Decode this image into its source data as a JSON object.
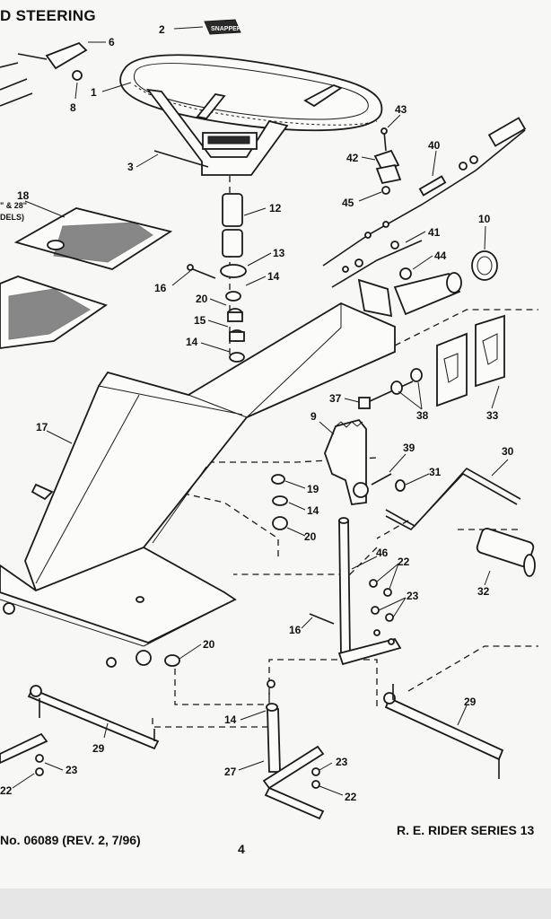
{
  "header": {
    "title": "D STEERING"
  },
  "notes": {
    "line1": "\" & 28\"",
    "line2": "DELS)"
  },
  "footer": {
    "left": "No. 06089 (REV. 2, 7/96)",
    "right": "R. E. RIDER SERIES 13",
    "page": "4"
  },
  "logo_text": "SNAPPER",
  "callouts": [
    {
      "id": "c2",
      "label": "2"
    },
    {
      "id": "c6",
      "label": "6"
    },
    {
      "id": "c1",
      "label": "1"
    },
    {
      "id": "c8",
      "label": "8"
    },
    {
      "id": "c3",
      "label": "3"
    },
    {
      "id": "c43",
      "label": "43"
    },
    {
      "id": "c40",
      "label": "40"
    },
    {
      "id": "c42",
      "label": "42"
    },
    {
      "id": "c45",
      "label": "45"
    },
    {
      "id": "c18",
      "label": "18"
    },
    {
      "id": "c12",
      "label": "12"
    },
    {
      "id": "c10",
      "label": "10"
    },
    {
      "id": "c41",
      "label": "41"
    },
    {
      "id": "c13",
      "label": "13"
    },
    {
      "id": "c44",
      "label": "44"
    },
    {
      "id": "c16a",
      "label": "16"
    },
    {
      "id": "c14a",
      "label": "14"
    },
    {
      "id": "c20a",
      "label": "20"
    },
    {
      "id": "c15",
      "label": "15"
    },
    {
      "id": "c14b",
      "label": "14"
    },
    {
      "id": "c37",
      "label": "37"
    },
    {
      "id": "c38",
      "label": "38"
    },
    {
      "id": "c33",
      "label": "33"
    },
    {
      "id": "c17",
      "label": "17"
    },
    {
      "id": "c9",
      "label": "9"
    },
    {
      "id": "c39",
      "label": "39"
    },
    {
      "id": "c31",
      "label": "31"
    },
    {
      "id": "c30",
      "label": "30"
    },
    {
      "id": "c19",
      "label": "19"
    },
    {
      "id": "c14c",
      "label": "14"
    },
    {
      "id": "c20b",
      "label": "20"
    },
    {
      "id": "c46",
      "label": "46"
    },
    {
      "id": "c22a",
      "label": "22"
    },
    {
      "id": "c32",
      "label": "32"
    },
    {
      "id": "c23a",
      "label": "23"
    },
    {
      "id": "c16b",
      "label": "16"
    },
    {
      "id": "c20c",
      "label": "20"
    },
    {
      "id": "c29a",
      "label": "29"
    },
    {
      "id": "c14d",
      "label": "14"
    },
    {
      "id": "c29b",
      "label": "29"
    },
    {
      "id": "c23b",
      "label": "23"
    },
    {
      "id": "c22b",
      "label": "22"
    },
    {
      "id": "c27",
      "label": "27"
    },
    {
      "id": "c23c",
      "label": "23"
    },
    {
      "id": "c22c",
      "label": "22"
    }
  ]
}
